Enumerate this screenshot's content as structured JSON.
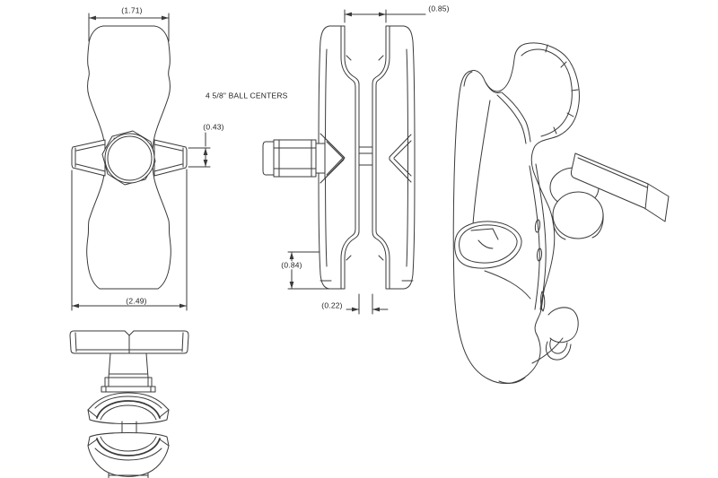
{
  "drawing": {
    "background": "#ffffff",
    "line_color": "#3a3a3a",
    "note": {
      "ball_centers": "4 5/8\" BALL CENTERS"
    },
    "dimensions": {
      "front_width": "(1.71)",
      "overall_width": "(2.49)",
      "wing_tip_height": "(0.43)",
      "slot_opening": "(0.85)",
      "socket_depth": "(0.84)",
      "slot_gap": "(0.22)"
    },
    "views": {
      "front": "front-view",
      "side": "side-view",
      "perspective": "perspective-view",
      "knob": "knob-view"
    }
  }
}
